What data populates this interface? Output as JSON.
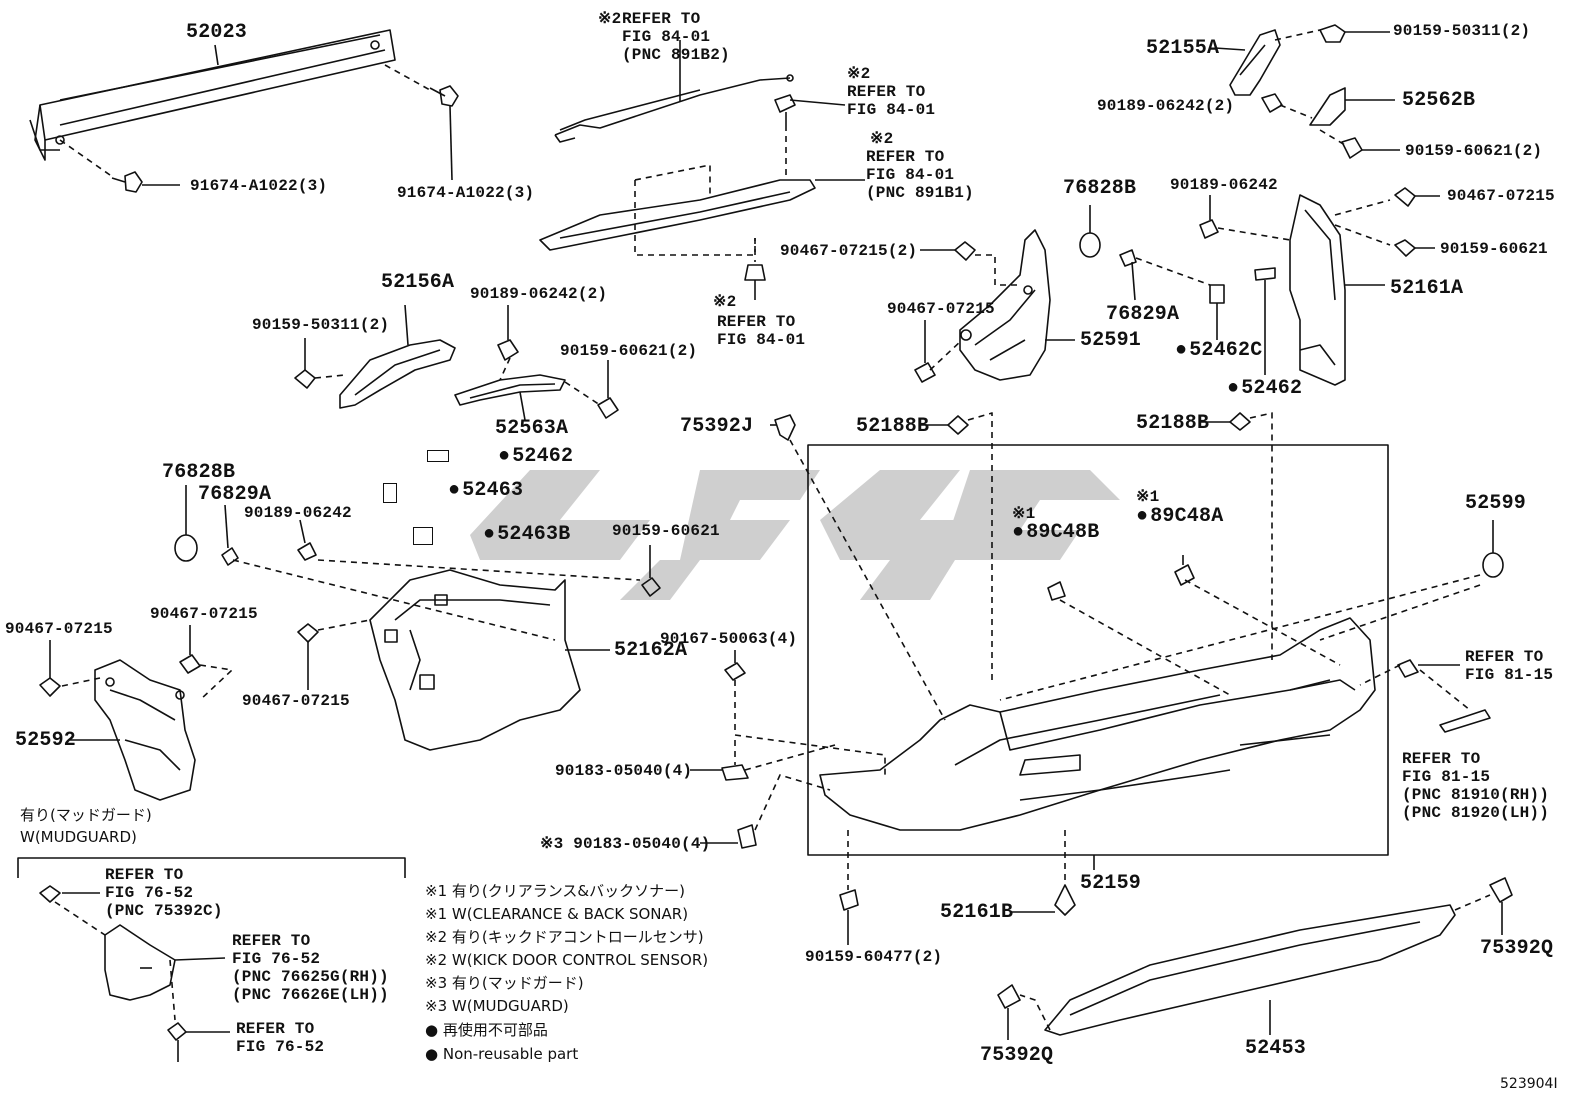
{
  "diagram_id": "523904I",
  "parts": {
    "p52023": "52023",
    "p91674a": "91674-A1022(3)",
    "p91674b": "91674-A1022(3)",
    "ref2a_mark": "※2",
    "ref2a": "REFER TO\nFIG 84-01\n(PNC 891B2)",
    "ref2b_mark": "※2",
    "ref2b": "REFER TO\nFIG 84-01",
    "ref2c_mark": "※2",
    "ref2c": "REFER TO\nFIG 84-01\n(PNC 891B1)",
    "ref2d_mark": "※2",
    "ref2d": "REFER TO\nFIG 84-01",
    "p52155A": "52155A",
    "p90159_50311_r": "90159-50311(2)",
    "p90189_06242_2r": "90189-06242(2)",
    "p52562B": "52562B",
    "p90159_60621_2r": "90159-60621(2)",
    "p76828B_r": "76828B",
    "p90189_06242_r": "90189-06242",
    "p90467_07215_r": "90467-07215",
    "p90159_60621_r": "90159-60621",
    "p52161A": "52161A",
    "p90467_07215_2c": "90467-07215(2)",
    "p90467_07215_c": "90467-07215",
    "p76829A_c": "76829A",
    "p52591": "52591",
    "p52462C": "52462C",
    "p52462_r": "52462",
    "p52156A": "52156A",
    "p90189_06242_2l": "90189-06242(2)",
    "p90159_50311_l": "90159-50311(2)",
    "p90159_60621_2l": "90159-60621(2)",
    "p52563A": "52563A",
    "p75392J": "75392J",
    "p52188B_l": "52188B",
    "p52188B_r": "52188B",
    "p76828B_l": "76828B",
    "p76829A_l": "76829A",
    "p52462_l": "52462",
    "p52463": "52463",
    "p52463B": "52463B",
    "p90189_06242_l": "90189-06242",
    "p90159_60621_l": "90159-60621",
    "mark1a": "※1",
    "p89C48B": "89C48B",
    "mark1b": "※1",
    "p89C48A": "89C48A",
    "p52599": "52599",
    "p90467_07215_l1": "90467-07215",
    "p90467_07215_l2": "90467-07215",
    "p90467_07215_l3": "90467-07215",
    "p52162A": "52162A",
    "p90167_50063": "90167-50063(4)",
    "p52592": "52592",
    "p90183_05040": "90183-05040(4)",
    "p90183_05040_m3": "※3 90183-05040(4)",
    "ref_81_15a": "REFER TO\nFIG 81-15",
    "ref_81_15b": "REFER TO\nFIG 81-15\n(PNC 81910(RH))\n(PNC 81920(LH))",
    "mudguard_jp": "有り(マッドガード)",
    "mudguard_en": "W(MUDGUARD)",
    "ref_76_52a": "REFER TO\nFIG 76-52\n(PNC 75392C)",
    "ref_76_52b": "REFER TO\nFIG 76-52\n(PNC 76625G(RH))\n(PNC 76626E(LH))",
    "ref_76_52c": "REFER TO\nFIG 76-52",
    "p52159": "52159",
    "p52161B": "52161B",
    "p90159_60477": "90159-60477(2)",
    "p75392Q_r": "75392Q",
    "p75392Q_l": "75392Q",
    "p52453": "52453"
  },
  "notes": [
    "※1 有り(クリアランス&バックソナー)",
    "※1 W(CLEARANCE & BACK SONAR)",
    "※2 有り(キックドアコントロールセンサ)",
    "※2 W(KICK DOOR CONTROL SENSOR)",
    "※3 有り(マッドガード)",
    "※3 W(MUDGUARD)",
    "● 再使用不可部品",
    "● Non-reusable part"
  ],
  "colors": {
    "line": "#111111",
    "watermark": "#c8c8c8",
    "paper": "#ffffff"
  }
}
